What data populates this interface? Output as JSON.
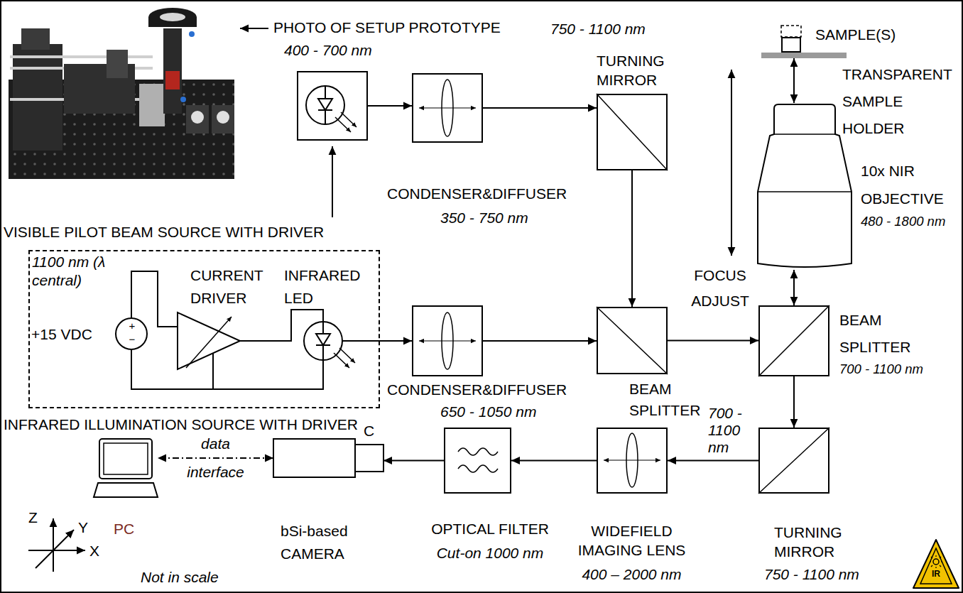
{
  "diagram": {
    "nodes": [
      {
        "text": [
          "400 - 700 nm",
          "VISIBLE PILOT BEAM SOURCE WITH DRIVER"
        ]
      },
      {
        "text": [
          "CONDENSER&DIFFUSER",
          "350 - 750 nm"
        ]
      },
      {
        "text": [
          "750 - 1100 nm",
          "TURNING MIRROR"
        ]
      },
      {
        "text": [
          "SAMPLE(S)"
        ]
      },
      {
        "text": [
          "TRANSPARENT SAMPLE HOLDER"
        ]
      },
      {
        "text": [
          "10x NIR OBJECTIVE",
          "480 - 1800 nm"
        ]
      },
      {
        "text": [
          "1100 nm (λ central)",
          "INFRARED ILLUMINATION SOURCE WITH DRIVER"
        ]
      },
      {
        "text": [
          "CONDENSER&DIFFUSER",
          "650 - 1050 nm"
        ]
      },
      {
        "text": [
          "BEAM SPLITTER",
          "700 - 1100 nm"
        ]
      },
      {
        "text": [
          "BEAM SPLITTER",
          "700 - 1100 nm"
        ]
      },
      {
        "text": [
          "TURNING MIRROR",
          "750 - 1100 nm"
        ]
      },
      {
        "text": [
          "WIDEFIELD IMAGING LENS",
          "400 – 2000 nm"
        ]
      },
      {
        "text": [
          "OPTICAL FILTER",
          "Cut-on 1000 nm"
        ]
      },
      {
        "text": [
          "bSi-based CAMERA"
        ]
      },
      {
        "text": [
          "PC"
        ]
      }
    ],
    "edges": [
      {
        "from": 0,
        "to": 1,
        "arrow": "to"
      },
      {
        "from": 1,
        "to": 2,
        "arrow": "to"
      },
      {
        "from": 2,
        "to": 8,
        "arrow": "to"
      },
      {
        "from": 6,
        "to": 7,
        "arrow": "to"
      },
      {
        "from": 7,
        "to": 8,
        "arrow": "to"
      },
      {
        "from": 8,
        "to": 9,
        "arrow": "to"
      },
      {
        "from": 4,
        "to": 5,
        "arrow": "both"
      },
      {
        "from": 5,
        "to": 9,
        "arrow": "both"
      },
      {
        "from": 9,
        "to": 10,
        "arrow": "to"
      },
      {
        "from": 10,
        "to": 11,
        "arrow": "to"
      },
      {
        "from": 11,
        "to": 12,
        "arrow": "to"
      },
      {
        "from": 12,
        "to": 13,
        "arrow": "to"
      },
      {
        "from": 13,
        "to": 14,
        "label": "data interface",
        "arrow": "both"
      }
    ],
    "labels": [
      "PHOTO OF SETUP PROTOTYPE",
      "+",
      "−",
      "+15 VDC",
      "CURRENT DRIVER",
      "INFRARED LED",
      "FOCUS ADJUST",
      "C",
      "Z",
      "Y",
      "X",
      "Not in scale",
      "IR"
    ]
  }
}
